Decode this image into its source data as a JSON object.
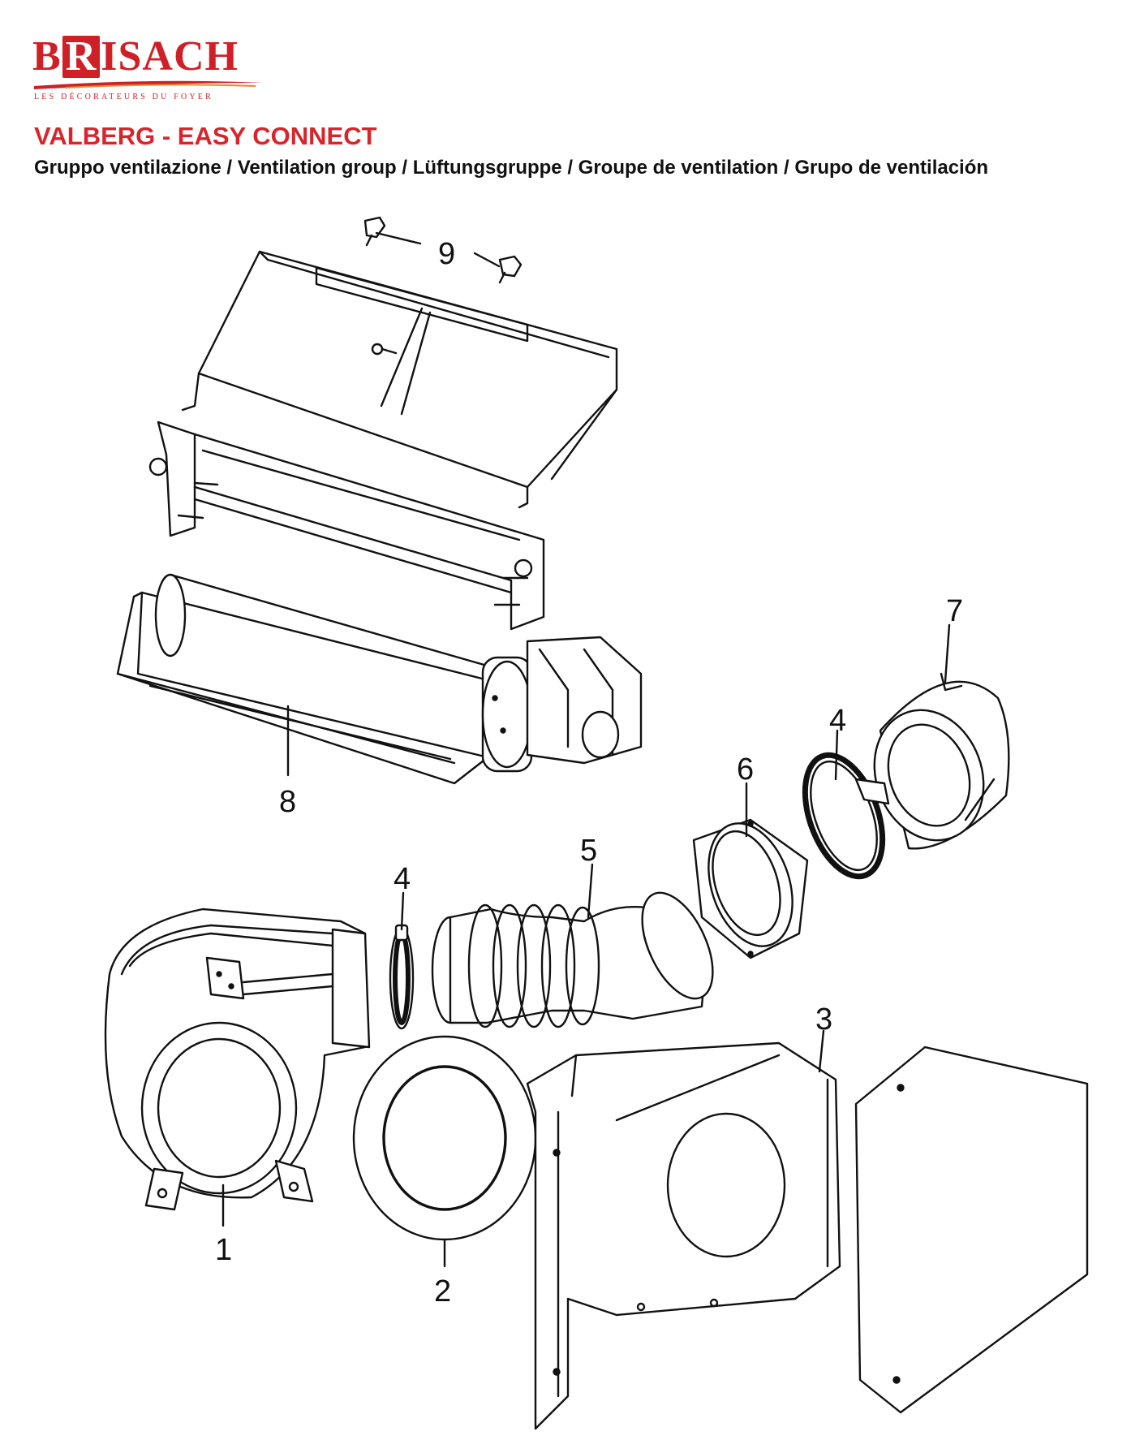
{
  "brand": {
    "name": "BRISACH",
    "tagline": "LES DÉCORATEURS DU FOYER",
    "color": "#cf2027"
  },
  "header": {
    "title": "VALBERG - EASY CONNECT",
    "subtitle": "Gruppo ventilazione / Ventilation group / Lüftungsgruppe / Groupe de ventilation / Grupo de ventilación"
  },
  "diagram": {
    "callouts": {
      "c1": "1",
      "c2": "2",
      "c3": "3",
      "c4a": "4",
      "c4b": "4",
      "c5": "5",
      "c6": "6",
      "c7": "7",
      "c8": "8",
      "c9": "9"
    }
  }
}
